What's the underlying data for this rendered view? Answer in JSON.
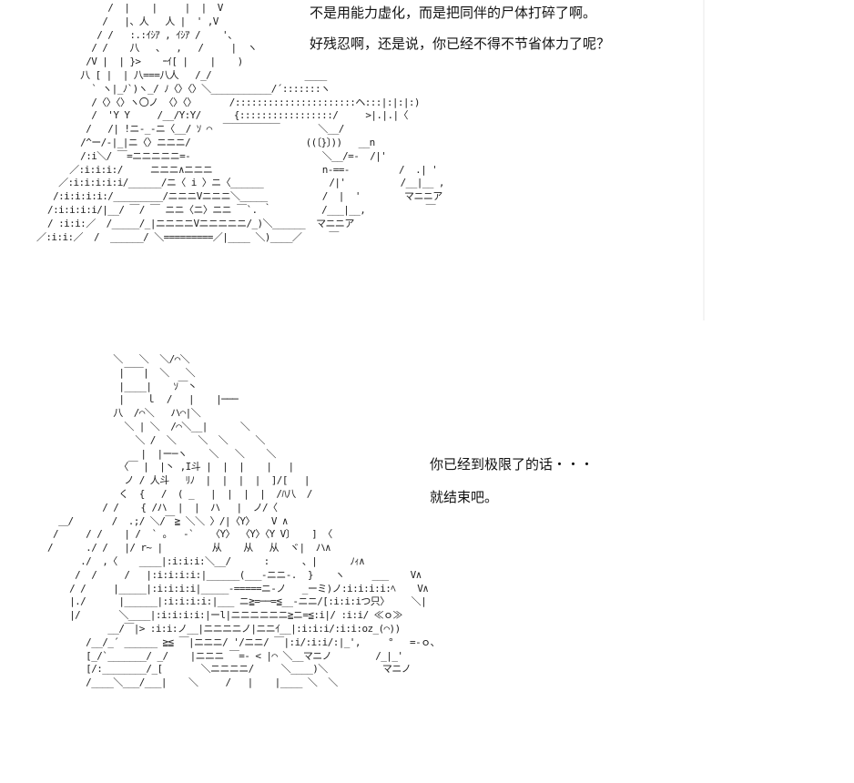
{
  "panels": [
    {
      "dialogue": [
        "不是用能力虚化，而是把同伴的尸体打碎了啊。",
        "好残忍啊，还是说，你已经不得不节省体力了呢？"
      ]
    },
    {
      "dialogue": [
        "你已经到极限了的话・・・",
        "就结束吧。"
      ]
    }
  ],
  "ascii_art": {
    "top_scene": "             /  |    |     |  |  V                                 \n            /   |、人   人 |  ' ,V                               \n           / /   :.:ｲｼｱ , ｲｼｱ /    '、                             \n          / /    八   、  ,   /     |  ヽ                          \n         /V |  | }>    ｰｲ[ |    |    )                         \n        八 [ |  | 八===八人   /_/                 ____            \n          ` ヽ|_ﾉ`)ヽ_/ ﾉ〈〉〈〉＼___________/´:::::::ヽ          \n          /〈〉〈〉ヽ〇ノ 〈〉〈〉      /::::::::::::::::::::::ヘ:::|:|:|:)         \n          /  'Y Y     /__/Y:Y/      {:::::::::::::::::/     >|.|.|〈          \n         /   /| !ニ-_-ニ〈__/ ｿ ⌒  ￣￣￣￣￣￣       ＼__/           \n        /^ー/-|_|ニ〈〉ニニニ/                     ((〔}〕))   __n     \n        /:i＼/ ￣=ニニニニニ=-                        ＼__/=-  /|'    \n      ／:i:i:i:/     ニニニ∧ニニニ                    n-==-         /  .| ' \n    ／:i:i:i:i:i/______/ニ〈 i 〉ニ〈______            /|'          /__|__ ,\n   /:i:i:i:i:/_________/ニニニVニニニ＼_____          /  |  '        マニニア  \n  /:i:i:i:i/|__/ ￣/ ￣ ニニ〈ニ〉ニニ ￣`. ｀         /___|__,           ￣   \n  / :i:i:／  /_____/_|ニニニニVニニニニニ/_)＼______  マニニア              \n／:i:i:／  /  ______/ ＼=========／|____ ＼)____／     ￣                ",
    "bottom_scene": "             ＼   ＼  ＼/⌒＼                       \n              |￣￣|  ＼   ＼                      \n              |____|    ｿ￣丶                      \n              |    ｌ  /   |    |───              \n             八  /⌒＼   ハ⌒|＼                   \n               ＼ | ＼  /⌒＼__|      ＼            \n                 ＼ /  ＼    ＼  ＼     ＼         \n                  |  |ー─ヽ    ＼   ＼    ＼       \n              〈￣ |  |丶 ,Ι斗 |  |  |    |   |   \n               ノ / 人斗   ﾘﾉ  |  |  |  |  ]/[   | \n              く  {   /  ( _   |  |  |  |  /ﾊ八  /  \n           / /    { /ハ  |  |  ハ   |  ノ/〈        \n   ＿/       /  .;/ ＼/￣≧ ＼＼ 〉/|〈Y〉   V ∧      \n  /     / /    | /  ` 。  -`   〈Y〉 〈Y〉〈Y V〕   ] 〈 \n /      ./ /   |/ r~ |         从    从   从  ヾ|  ハ∧  \n       ./  ,〈    ____|:i:i:i:＼__/      :      、|      ﾉｨ∧  \n      /  /     /   |:i:i:i:i:|______(___-ニニ-.  }    ヽ     ___    V∧ \n     / /     |_____|:i:i:i:i|_____-=====ニ-ノ   _ーミ)ノ:i:i:i:i:ﾍ    V∧\n     |./      |______|:i:i:i:i:|___ ニ≧=──=≦__-ニニ/[:i:i:iつ只〉    ＼|\n     |/       ＼____|:i:i:i:i:|ーl|ニニニニニニ≧ニ=≦:i|/ :i:i/ ≪ｏ≫     \n            __/￣|> :i:i:ノ__|ニニニニノ|ニニｲ__|:i:i:i/:i:i:oz_(⌒))    \n        /__/_´ ______ ≧≦ ￣|ニニニ/ '/ニニ/ ￣|:i/:i:i/:|_',     °   =-ｏ、\n        [_/`_______/ _/    |ニニニ ￣=- < |⌒ ＼__マニノ        /_|_'   \n        [/:________/_[       ＼ニニニニ/     ＼____)＼          マニノ   \n        /____＼___/___|    ＼     /   |    |____ ＼  ＼              "
  }
}
